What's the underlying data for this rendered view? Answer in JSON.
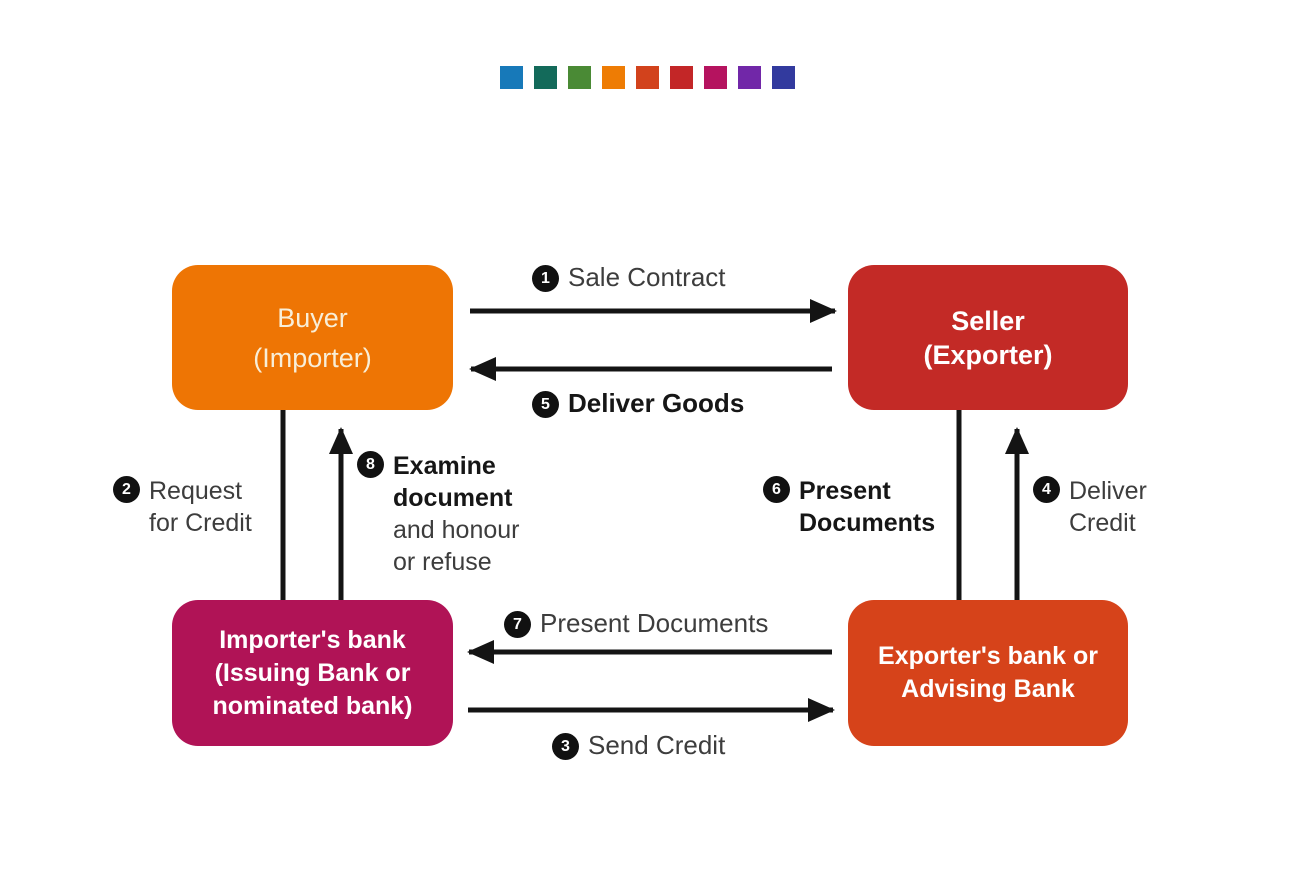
{
  "colors": {
    "background": "#ffffff",
    "arrow": "#141414",
    "label_regular": "#3d3d3d",
    "label_bold": "#161616",
    "badge_bg": "#111111",
    "badge_text": "#ffffff"
  },
  "palette": {
    "squares": [
      "#1779b9",
      "#136a5a",
      "#4a8a35",
      "#ee7c04",
      "#d2421c",
      "#c32627",
      "#b5135f",
      "#7127a8",
      "#323a9e"
    ]
  },
  "nodes": {
    "buyer": {
      "color": "#ee7504",
      "text_color": "#f8eed8",
      "lines": [
        "Buyer",
        "(Importer)"
      ]
    },
    "seller": {
      "color": "#c32a26",
      "text_color": "#ffffff",
      "lines": [
        "Seller",
        "(Exporter)"
      ]
    },
    "importer": {
      "color": "#b01356",
      "text_color": "#ffffff",
      "lines": [
        "Importer's bank",
        "(Issuing Bank or",
        "nominated bank)"
      ]
    },
    "exporter": {
      "color": "#d6431a",
      "text_color": "#ffffff",
      "lines": [
        "Exporter's bank or",
        "Advising Bank"
      ]
    }
  },
  "steps": {
    "s1": {
      "num": "1",
      "text": "Sale Contract"
    },
    "s2": {
      "num": "2",
      "lines": [
        "Request",
        "for Credit"
      ]
    },
    "s3": {
      "num": "3",
      "text": "Send Credit"
    },
    "s4": {
      "num": "4",
      "lines": [
        "Deliver",
        "Credit"
      ]
    },
    "s5": {
      "num": "5",
      "text": "Deliver Goods"
    },
    "s6": {
      "num": "6",
      "lines": [
        "Present",
        "Documents"
      ]
    },
    "s7": {
      "num": "7",
      "text": "Present Documents"
    },
    "s8": {
      "num": "8",
      "bold_lines": [
        "Examine",
        "document"
      ],
      "normal_lines": [
        "and honour",
        "or refuse"
      ]
    }
  }
}
